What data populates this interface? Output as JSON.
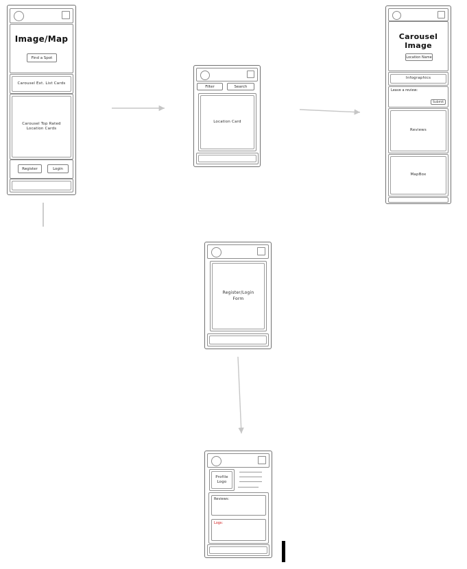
{
  "colors": {
    "logs_label": "#d21a1a",
    "arrow": "#c6c6c6",
    "wireframe_border": "#6f6f6f"
  },
  "frames": {
    "home": {
      "title": "Image/Map",
      "find_spot_button": "Find a Spot",
      "carousel_list_label": "Carousel Ext. List Cards",
      "carousel_top_rated_label": "Carousel Top Rated\nLocation Cards",
      "register_button": "Register",
      "login_button": "Login"
    },
    "search": {
      "filter_button": "Filter",
      "search_button": "Search",
      "location_card_label": "Location Card"
    },
    "detail": {
      "title": "Carousel Image",
      "location_name_button": "Location Name",
      "infographics_label": "Infographics",
      "leave_review_label": "Leave a review:",
      "submit_button": "Submit",
      "reviews_label": "Reviews",
      "mapbox_label": "MapBox"
    },
    "auth": {
      "form_label": "Register/Login\nForm"
    },
    "profile": {
      "logo_label": "Profile\nLogo",
      "reviews_label": "Reviews:",
      "logs_label": "Logs:"
    }
  }
}
